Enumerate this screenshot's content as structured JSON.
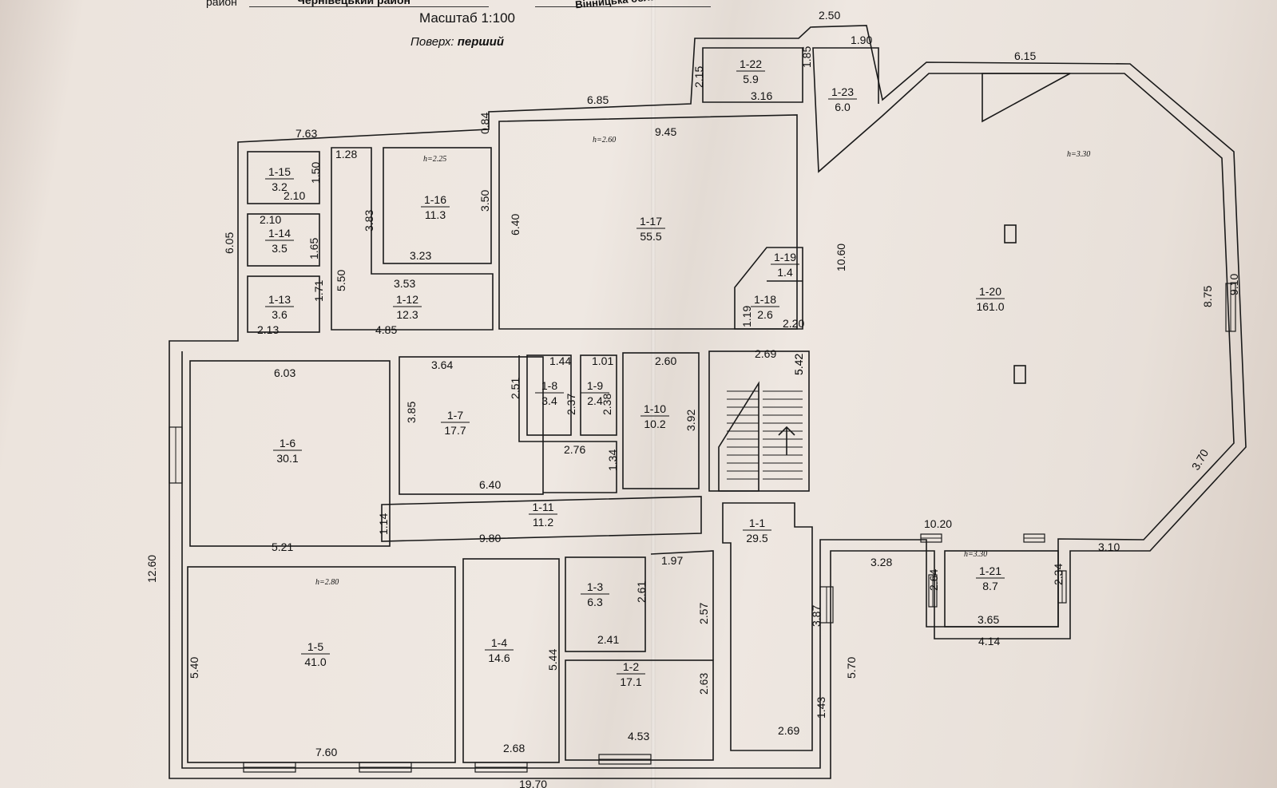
{
  "header": {
    "district_label": "район",
    "district_value": "Чернівецький район",
    "region_value": "Вінницька область",
    "scale": "Масштаб 1:100",
    "floor_label": "Поверх:",
    "floor_value": "перший"
  },
  "rooms": [
    {
      "id": "1-1",
      "area": "29.5"
    },
    {
      "id": "1-2",
      "area": "17.1"
    },
    {
      "id": "1-3",
      "area": "6.3"
    },
    {
      "id": "1-4",
      "area": "14.6"
    },
    {
      "id": "1-5",
      "area": "41.0"
    },
    {
      "id": "1-6",
      "area": "30.1"
    },
    {
      "id": "1-7",
      "area": "17.7"
    },
    {
      "id": "1-8",
      "area": "3.4"
    },
    {
      "id": "1-9",
      "area": "2.4"
    },
    {
      "id": "1-10",
      "area": "10.2"
    },
    {
      "id": "1-11",
      "area": "11.2"
    },
    {
      "id": "1-12",
      "area": "12.3"
    },
    {
      "id": "1-13",
      "area": "3.6"
    },
    {
      "id": "1-14",
      "area": "3.5"
    },
    {
      "id": "1-15",
      "area": "3.2"
    },
    {
      "id": "1-16",
      "area": "11.3"
    },
    {
      "id": "1-17",
      "area": "55.5"
    },
    {
      "id": "1-18",
      "area": "2.6"
    },
    {
      "id": "1-19",
      "area": "1.4"
    },
    {
      "id": "1-20",
      "area": "161.0"
    },
    {
      "id": "1-21",
      "area": "8.7"
    },
    {
      "id": "1-22",
      "area": "5.9"
    },
    {
      "id": "1-23",
      "area": "6.0"
    }
  ],
  "heights": [
    "h=2.25",
    "h=2.60",
    "h=3.30",
    "h=2.80",
    "h=3.30"
  ],
  "dimensions": [
    "2.50",
    "1.90",
    "2.15",
    "1.85",
    "3.16",
    "6.15",
    "6.85",
    "0.84",
    "9.45",
    "7.63",
    "1.28",
    "1.50",
    "2.10",
    "2.10",
    "1.65",
    "3.83",
    "3.50",
    "6.05",
    "6.40",
    "3.23",
    "5.50",
    "1.71",
    "3.53",
    "2.13",
    "4.85",
    "10.60",
    "1.19",
    "2.20",
    "8.75",
    "9.10",
    "6.03",
    "3.64",
    "2.51",
    "1.44",
    "1.01",
    "2.60",
    "2.69",
    "5.42",
    "5.42",
    "3.85",
    "2.37",
    "2.38",
    "3.92",
    "2.76",
    "1.34",
    "6.40",
    "3.70",
    "1.14",
    "5.21",
    "9.80",
    "10.20",
    "3.10",
    "12.60",
    "1.97",
    "3.28",
    "2.61",
    "2.41",
    "2.57",
    "3.87",
    "2.64",
    "2.34",
    "3.65",
    "4.14",
    "5.40",
    "5.44",
    "5.70",
    "2.63",
    "1.43",
    "7.60",
    "2.68",
    "4.53",
    "2.69",
    "19.70"
  ]
}
